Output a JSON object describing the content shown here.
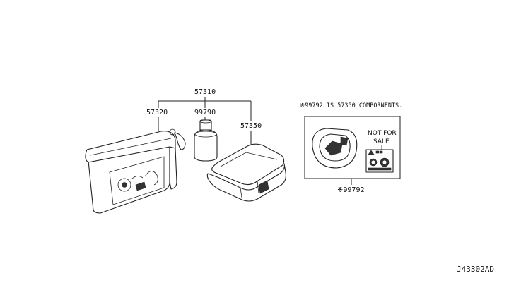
{
  "labels": {
    "kit": "57310",
    "bag": "57320",
    "bottle": "99790",
    "compressor": "57350",
    "sticker": "※99792"
  },
  "note": "※99792 IS 57350 COMPORNENTS.",
  "sticker_text": {
    "line1": "NOT FOR",
    "line2": "SALE"
  },
  "diagram_code": "J43302AD"
}
